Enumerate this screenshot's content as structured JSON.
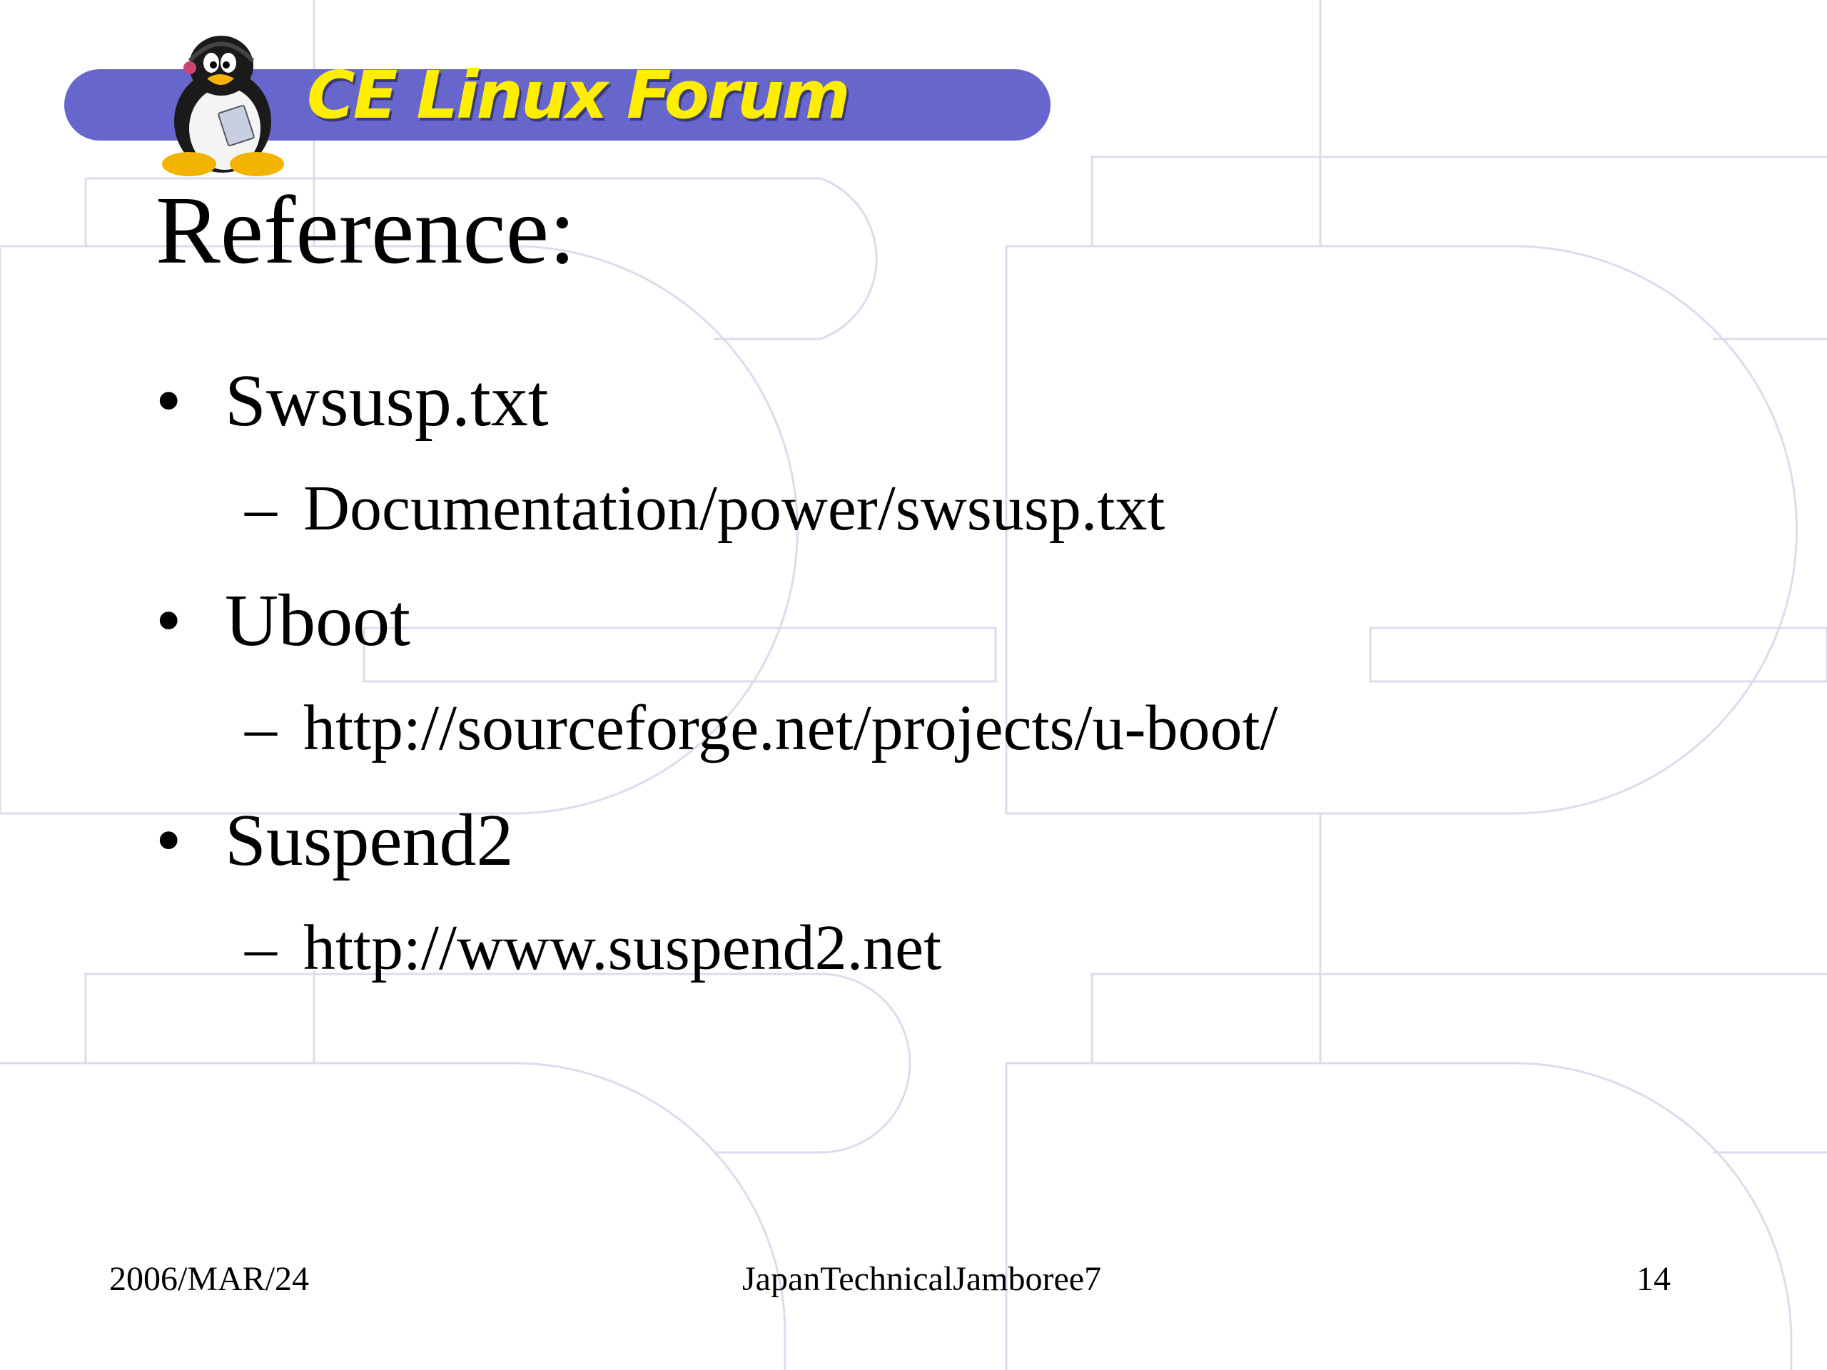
{
  "header": {
    "brand_label": "CE Linux Forum"
  },
  "slide": {
    "title": "Reference:",
    "items": [
      {
        "marker": "•",
        "text": "Swsusp.txt",
        "sub": {
          "marker": "–",
          "text": "Documentation/power/swsusp.txt"
        }
      },
      {
        "marker": "•",
        "text": "Uboot",
        "sub": {
          "marker": "–",
          "text": "http://sourceforge.net/projects/u-boot/"
        }
      },
      {
        "marker": "•",
        "text": "Suspend2",
        "sub": {
          "marker": "–",
          "text": "http://www.suspend2.net"
        }
      }
    ]
  },
  "footer": {
    "date": "2006/MAR/24",
    "event": "JapanTechnicalJamboree7",
    "page_number": "14"
  },
  "colors": {
    "banner": "#6666cc",
    "brand_text": "#ffee00",
    "pattern_lines": "#dcdcee"
  }
}
